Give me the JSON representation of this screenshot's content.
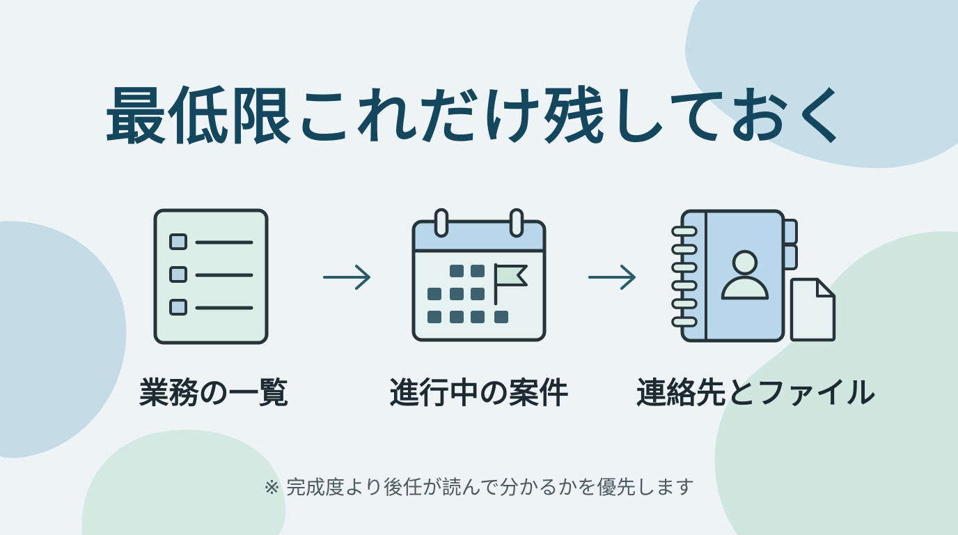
{
  "slide": {
    "title": "最低限これだけ残しておく",
    "steps": [
      {
        "label": "業務の一覧",
        "icon": "checklist-icon"
      },
      {
        "label": "進行中の案件",
        "icon": "calendar-flag-icon"
      },
      {
        "label": "連絡先とファイル",
        "icon": "address-book-file-icon"
      }
    ],
    "connector_icon": "arrow-right-icon",
    "footnote": "※ 完成度より後任が読んで分かるかを優先します"
  },
  "colors": {
    "background": "#eef4f6",
    "title": "#14475e",
    "accent_dark": "#2f5f6c",
    "icon_fill_light": "#ddeee8",
    "icon_fill_blue": "#b9d6ea",
    "blob_blue": "#c5dde7",
    "blob_green": "#cfe6dd"
  }
}
